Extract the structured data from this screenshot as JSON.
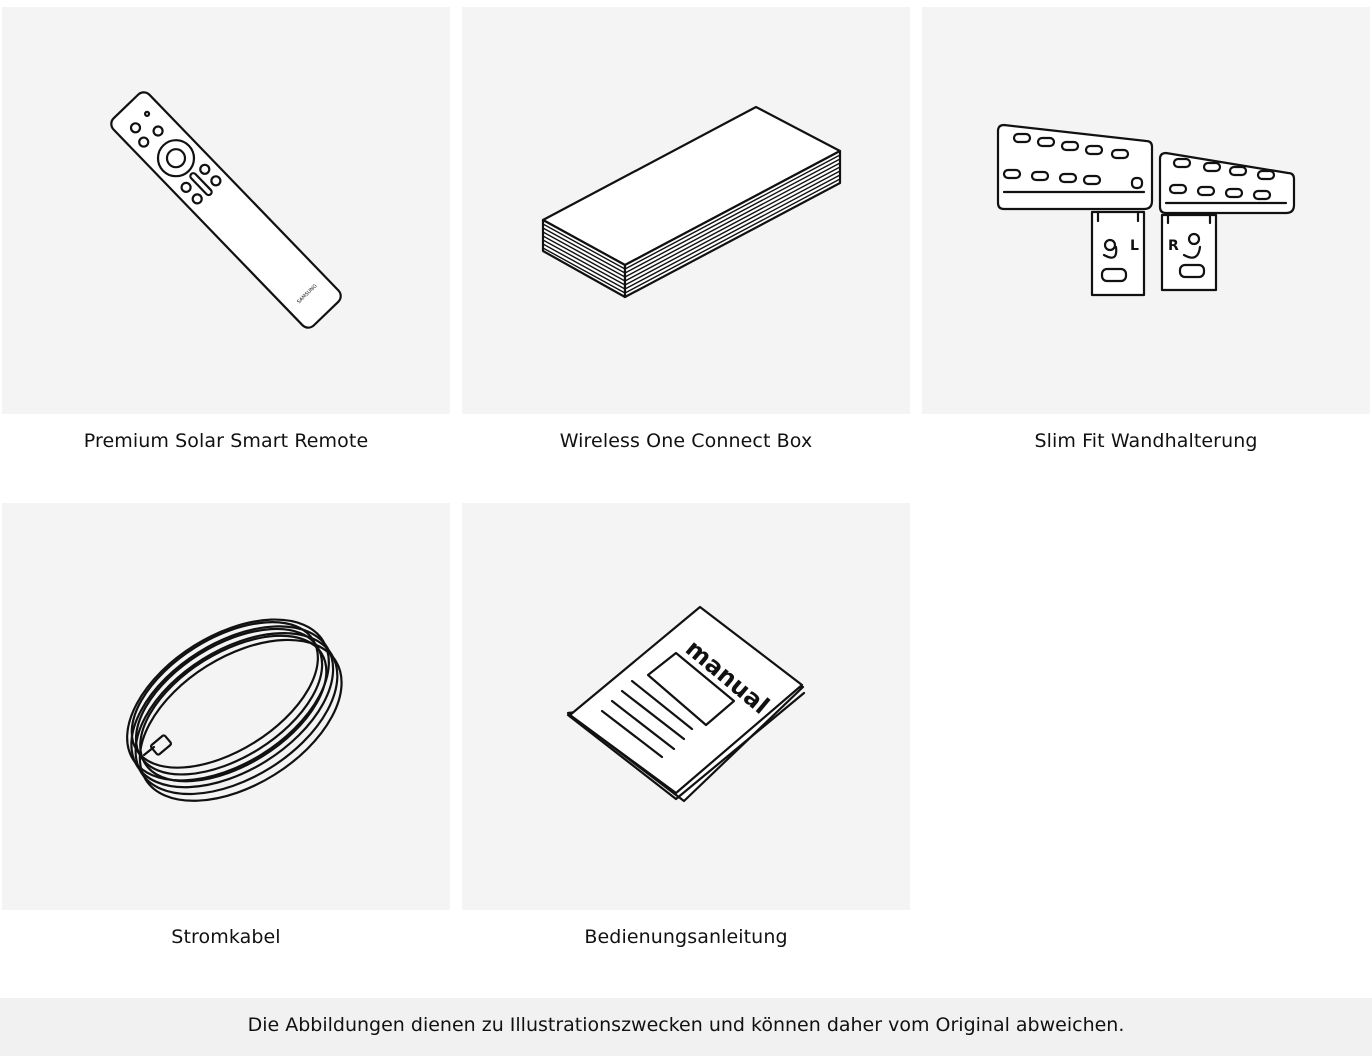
{
  "items": [
    {
      "label": "Premium Solar Smart Remote",
      "icon": "remote-icon"
    },
    {
      "label": "Wireless One Connect Box",
      "icon": "connect-box-icon"
    },
    {
      "label": "Slim Fit Wandhalterung",
      "icon": "wall-mount-icon",
      "mount_letters": {
        "left": "L",
        "right": "R"
      }
    },
    {
      "label": "Stromkabel",
      "icon": "power-cable-icon"
    },
    {
      "label": "Bedienungsanleitung",
      "icon": "manual-icon",
      "manual_cover_text": "manual"
    }
  ],
  "remote_brand_text": "SAMSUNG",
  "disclaimer": "Die Abbildungen dienen zu Illustrationszwecken und können daher vom Original abweichen.",
  "colors": {
    "tile_bg": "#f4f4f4",
    "line": "#111111",
    "disclaimer_bg": "#f1f1f1"
  }
}
